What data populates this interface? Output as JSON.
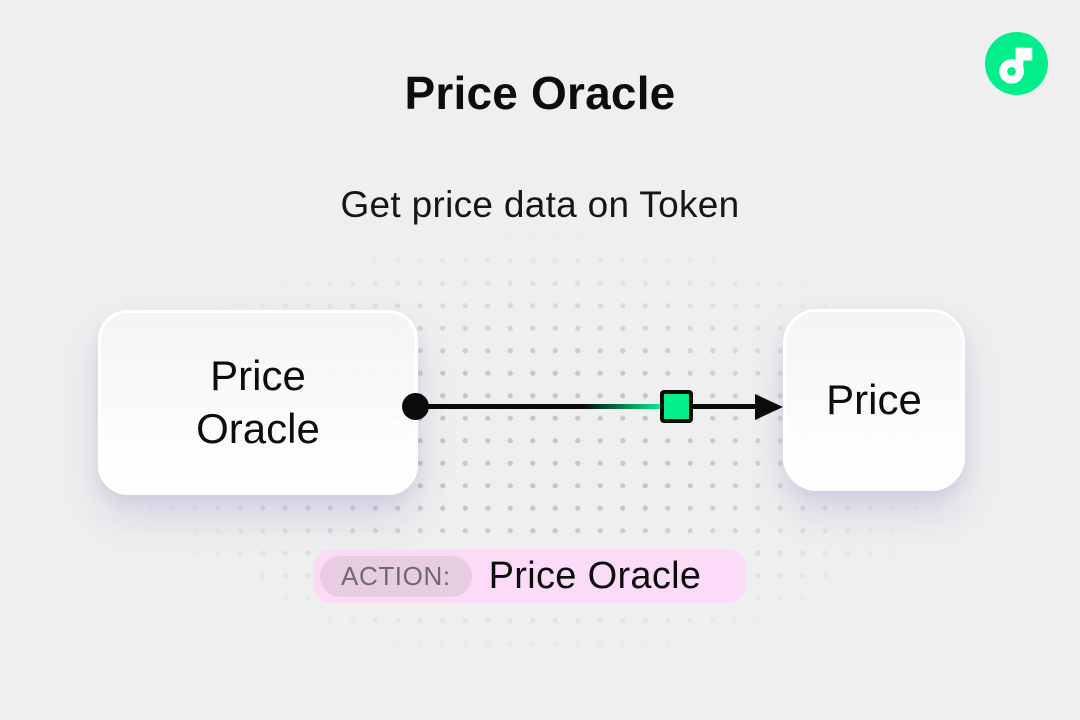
{
  "header": {
    "title": "Price Oracle",
    "subtitle": "Get price data on Token"
  },
  "brand": {
    "logo_icon": "flow-logo",
    "logo_color": "#00ef8b"
  },
  "diagram": {
    "nodes": [
      {
        "id": "source",
        "label": "Price Oracle"
      },
      {
        "id": "target",
        "label": "Price"
      }
    ],
    "connector": {
      "from": "Price Oracle",
      "to": "Price",
      "accent_color": "#00ef8b"
    },
    "badge": {
      "prefix": "ACTION:",
      "label": "Price Oracle"
    }
  },
  "colors": {
    "background": "#efefef",
    "accent_green": "#00ef8b",
    "badge_pink": "#fbdbf7",
    "badge_pill": "#e7cde1",
    "text": "#0d0d0d",
    "dot_grid": "#c5c3c8"
  }
}
